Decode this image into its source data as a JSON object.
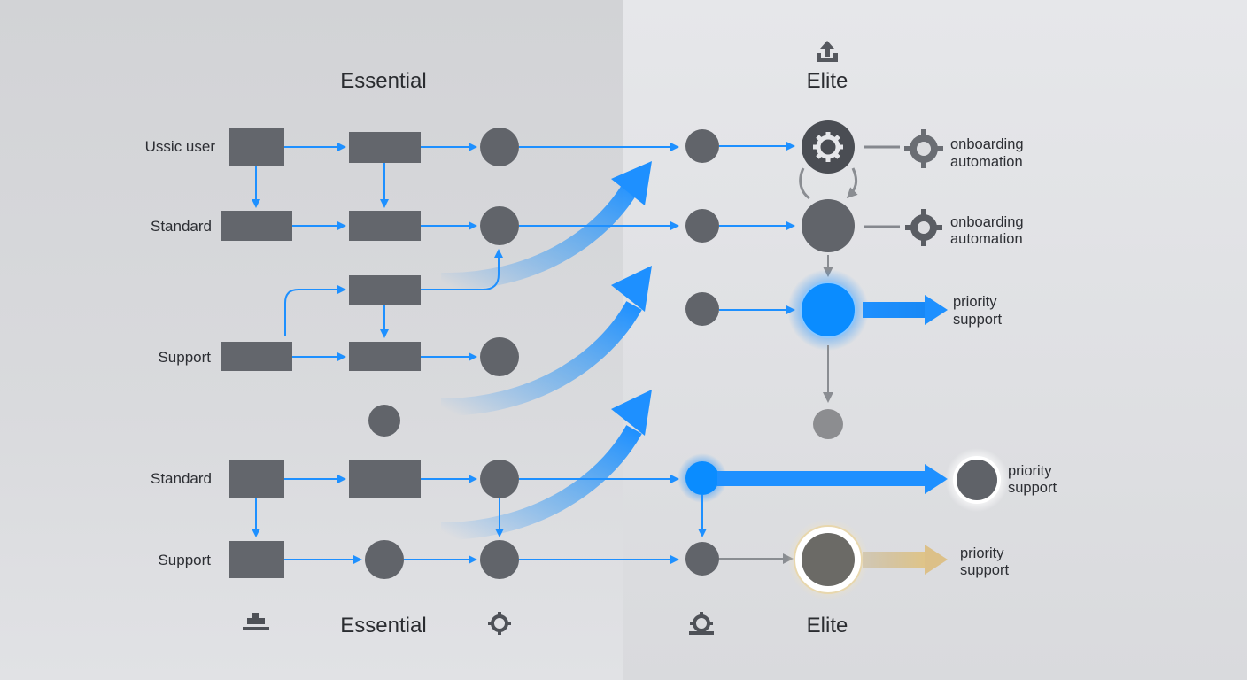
{
  "headings": {
    "left_top": "Essential",
    "right_top": "Elite",
    "left_bottom": "Essential",
    "right_bottom": "Elite"
  },
  "row_labels": {
    "row1": "Ussic user",
    "row2": "Standard",
    "row3": "Support",
    "row4": "Standard",
    "row5": "Support"
  },
  "notes": {
    "onboarding_1": [
      "onboarding",
      "automation"
    ],
    "onboarding_2": [
      "onboarding",
      "automation"
    ],
    "priority_1": [
      "priority",
      "support"
    ],
    "priority_2": [
      "priority",
      "support"
    ],
    "priority_3": [
      "priority",
      "support"
    ]
  },
  "icons": {
    "top_center": "upload-tray-icon",
    "bottom_left": "stack-icon",
    "bottom_mid": "gear-icon",
    "bottom_right": "gear-icon",
    "onboarding": "gear-icon"
  },
  "colors": {
    "flow_blue": "#1e90ff",
    "node_gray": "#61646a",
    "highlight_gold": "#d9c08a"
  }
}
